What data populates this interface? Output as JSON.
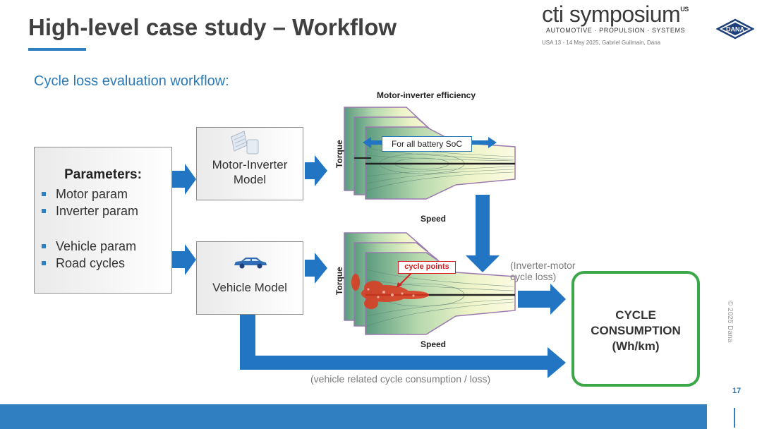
{
  "header": {
    "title": "High-level case study – Workflow",
    "brand": "cti symposium",
    "brand_sup": "US",
    "brand_sub": "AUTOMOTIVE · PROPULSION · SYSTEMS",
    "event_info": "USA 13 - 14 May 2025, Gabriel Guilmain, Dana",
    "logo_text": "DANA"
  },
  "subtitle": "Cycle loss evaluation workflow:",
  "parameters": {
    "title": "Parameters:",
    "items": [
      "Motor param",
      "Inverter param",
      "Vehicle param",
      "Road cycles"
    ]
  },
  "motor_inverter_model": {
    "line1": "Motor-Inverter",
    "line2": "Model"
  },
  "vehicle_model": {
    "label": "Vehicle Model"
  },
  "efficiency_map": {
    "title": "Motor-inverter efficiency",
    "y_label": "Torque",
    "x_label": "Speed",
    "callout": "For all battery SoC"
  },
  "cycle_map": {
    "y_label": "Torque",
    "x_label": "Speed",
    "callout": "cycle points"
  },
  "notes": {
    "inverter_motor_line1": "(Inverter-motor",
    "inverter_motor_line2": "cycle loss)",
    "vehicle_related": "(vehicle related cycle consumption / loss)"
  },
  "result": {
    "line1": "CYCLE",
    "line2": "CONSUMPTION",
    "line3": "(Wh/km)"
  },
  "footer": {
    "copyright": "© 2025 Dana",
    "page_number": "17"
  },
  "colors": {
    "accent": "#2f7fc1",
    "result_border": "#3ba749",
    "callout_red": "#d42020"
  }
}
